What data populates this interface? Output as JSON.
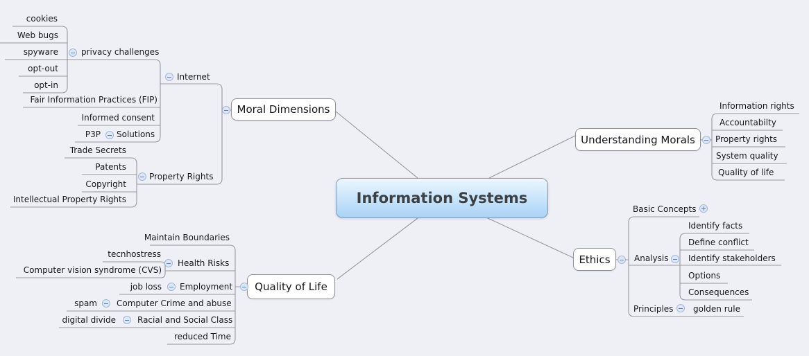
{
  "title": "Information Systems mind map",
  "map": {
    "root": {
      "label": "Information Systems"
    },
    "branches": [
      {
        "label": "Moral Dimensions",
        "children": [
          {
            "label": "Internet",
            "children": [
              {
                "label": "privacy challenges",
                "children": [
                  {
                    "label": "cookies"
                  },
                  {
                    "label": "Web bugs"
                  },
                  {
                    "label": "spyware"
                  },
                  {
                    "label": "opt-out"
                  },
                  {
                    "label": "opt-in"
                  }
                ]
              },
              {
                "label": "Fair Information Practices (FIP)"
              },
              {
                "label": "Informed consent"
              },
              {
                "label": "Solutions",
                "children": [
                  {
                    "label": "P3P"
                  }
                ]
              }
            ]
          },
          {
            "label": "Property Rights",
            "children": [
              {
                "label": "Trade Secrets"
              },
              {
                "label": "Patents"
              },
              {
                "label": "Copyright"
              },
              {
                "label": "Intellectual Property Rights"
              }
            ]
          }
        ]
      },
      {
        "label": "Understanding Morals",
        "children": [
          {
            "label": "Information rights"
          },
          {
            "label": "Accountabilty"
          },
          {
            "label": "Property rights"
          },
          {
            "label": "System quality"
          },
          {
            "label": "Quality of life"
          }
        ]
      },
      {
        "label": "Ethics",
        "children": [
          {
            "label": "Basic Concepts",
            "collapsed": true
          },
          {
            "label": "Analysis",
            "children": [
              {
                "label": "Identify facts"
              },
              {
                "label": "Define conflict"
              },
              {
                "label": "Identify stakeholders"
              },
              {
                "label": "Options"
              },
              {
                "label": "Consequences"
              }
            ]
          },
          {
            "label": "Principles",
            "children": [
              {
                "label": "golden rule"
              }
            ]
          }
        ]
      },
      {
        "label": "Quality of Life",
        "children": [
          {
            "label": "Maintain Boundaries"
          },
          {
            "label": "Health Risks",
            "children": [
              {
                "label": "tecnhostress"
              },
              {
                "label": "Computer vision syndrome (CVS)"
              }
            ]
          },
          {
            "label": "Employment",
            "children": [
              {
                "label": "job loss"
              }
            ]
          },
          {
            "label": "Computer Crime and abuse",
            "children": [
              {
                "label": "spam"
              }
            ]
          },
          {
            "label": "Racial and Social Class",
            "children": [
              {
                "label": "digital divide"
              }
            ]
          },
          {
            "label": "reduced Time"
          }
        ]
      }
    ]
  },
  "icons": {
    "collapse": "minus-icon",
    "expand": "plus-icon"
  },
  "colors": {
    "background": "#eff0f6",
    "connector": "#97979f",
    "root_gradient_top": "#ecf6fe",
    "root_gradient_bottom": "#a9d3f5",
    "root_border": "#7f9db9",
    "box_border": "#8f9399",
    "text": "#17171b",
    "icon_fill": "#dde7f8",
    "icon_border": "#a2b6dd",
    "icon_glyph": "#5c7fc0"
  }
}
